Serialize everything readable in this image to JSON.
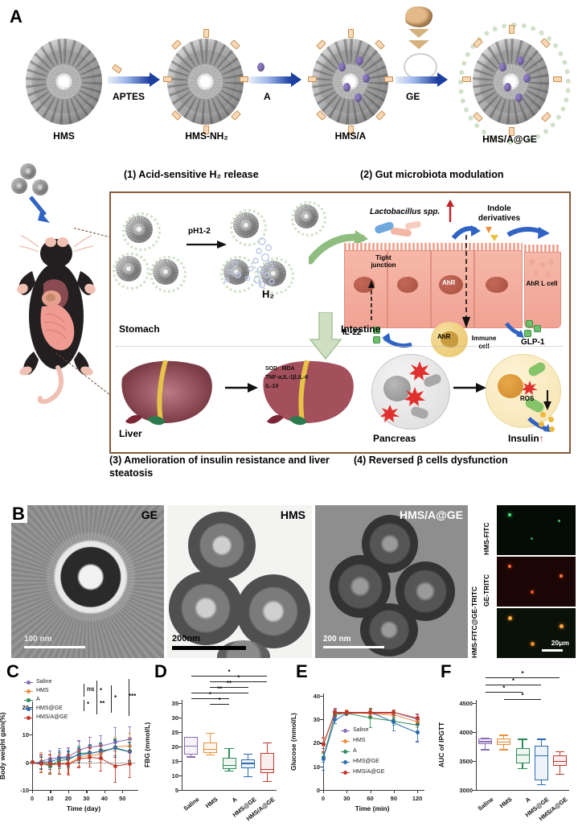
{
  "figure": {
    "panels": [
      "A",
      "B",
      "C",
      "D",
      "E",
      "F"
    ]
  },
  "panelA": {
    "letter": "A",
    "steps": [
      {
        "particle_label": "HMS",
        "arrow_label": ""
      },
      {
        "particle_label": "HMS-NH₂",
        "arrow_label": "APTES"
      },
      {
        "particle_label": "HMS/A",
        "arrow_label": "A"
      },
      {
        "particle_label": "HMS/A@GE",
        "arrow_label": "GE"
      }
    ],
    "reagent_icons": [
      "aptes-linker",
      "drug-a-molecule",
      "ginger-exosome"
    ]
  },
  "mechanism": {
    "section1_title": "(1) Acid-sensitive H₂ release",
    "section2_title": "(2) Gut microbiota modulation",
    "section3_title": "(3) Amelioration of insulin resistance and liver steatosis",
    "section4_title": "(4) Reversed β cells dysfunction",
    "ph_label": "pH1-2",
    "h2_label": "H₂",
    "stomach_label": "Stomach",
    "intestine_label": "Intestine",
    "liver_label": "Liver",
    "pancreas_label": "Pancreas",
    "lactobacillus_label": "Lactobacillus spp.",
    "indole_label": "Indole derivatives",
    "tight_junction_label": "Tight junction",
    "ahr_label": "AhR",
    "ahr_lcell_label": "AhR L cell",
    "il22_label": "IL-22",
    "immune_cell_label": "Immune cell",
    "glp1_label": "GLP-1",
    "liver_markers": [
      {
        "text": "SOD",
        "dir": "up"
      },
      {
        "text": "MDA",
        "dir": "down"
      },
      {
        "text": "TNF-α,IL-1β,IL-6",
        "dir": "down"
      },
      {
        "text": "IL-10",
        "dir": "up"
      }
    ],
    "ros_label": "ROS",
    "insulin_label": "Insulin"
  },
  "panelB": {
    "letter": "B",
    "tem_images": [
      {
        "label": "GE",
        "label_color": "#000000",
        "scalebar": "100  nm",
        "scalebar_color": "#ffffff"
      },
      {
        "label": "HMS",
        "label_color": "#000000",
        "scalebar": "200nm",
        "scalebar_color": "#000000"
      },
      {
        "label": "HMS/A@GE",
        "label_color": "#ffffff",
        "scalebar": "200 nm",
        "scalebar_color": "#ffffff"
      }
    ],
    "fluor_rows": [
      {
        "label": "HMS-FITC",
        "channel": "green"
      },
      {
        "label": "GE-TRITC",
        "channel": "red"
      },
      {
        "label": "HMS-FITC@GE-TRITC",
        "channel": "merge"
      }
    ],
    "fluor_scalebar": "20μm"
  },
  "colors": {
    "saline": "#8B6DB5",
    "hms": "#E8913C",
    "a": "#2E8B57",
    "hms_ge": "#2B6CB0",
    "hms_a_ge": "#C0392B",
    "axis": "#3a3a3a"
  },
  "chart_data": [
    {
      "id": "C",
      "letter": "C",
      "type": "line",
      "title": "",
      "xlabel": "Time (day)",
      "ylabel": "Body weight gain(%)",
      "xlim": [
        0,
        57
      ],
      "ylim": [
        -10,
        22
      ],
      "xticks": [
        0,
        10,
        20,
        30,
        40,
        50
      ],
      "yticks": [
        -10,
        0,
        10,
        20
      ],
      "x": [
        0,
        5,
        10,
        15,
        20,
        26,
        32,
        38,
        46,
        54
      ],
      "legend_position": "top-left",
      "series": [
        {
          "name": "Saline",
          "color": "#8B6DB5",
          "values": [
            0,
            0.4,
            1.3,
            1.9,
            2.2,
            4.5,
            5.7,
            6.1,
            7.4,
            8.4
          ],
          "errors": [
            0,
            2.6,
            3.1,
            3.3,
            3.3,
            3.4,
            3.5,
            3.6,
            5.4,
            4.6
          ]
        },
        {
          "name": "HMS",
          "color": "#E8913C",
          "values": [
            0,
            0.2,
            -0.3,
            -0.4,
            -0.5,
            1.8,
            2.6,
            3.3,
            5.6,
            6.0
          ],
          "errors": [
            0,
            3.6,
            3.4,
            3.6,
            3.3,
            3.0,
            3.1,
            3.2,
            3.6,
            4.8
          ]
        },
        {
          "name": "A",
          "color": "#2E8B57",
          "values": [
            0,
            -0.2,
            -1.3,
            0.7,
            1.1,
            3.3,
            3.5,
            4.3,
            5.2,
            4.0
          ],
          "errors": [
            0,
            2.3,
            2.6,
            2.9,
            2.9,
            2.6,
            3.0,
            2.9,
            3.3,
            3.4
          ]
        },
        {
          "name": "HMS@GE",
          "color": "#2B6CB0",
          "values": [
            0,
            0.1,
            0.2,
            1.5,
            1.6,
            2.8,
            3.4,
            4.1,
            5.3,
            3.9
          ],
          "errors": [
            0,
            2.2,
            2.5,
            2.7,
            2.8,
            2.5,
            2.8,
            2.8,
            2.9,
            3.2
          ]
        },
        {
          "name": "HMS/A@GE",
          "color": "#C0392B",
          "values": [
            0,
            -0.4,
            -0.6,
            -0.5,
            -0.6,
            1.4,
            1.9,
            1.5,
            -1.4,
            -0.5
          ],
          "errors": [
            0,
            3.3,
            3.5,
            3.7,
            3.8,
            3.1,
            3.4,
            4.4,
            5.8,
            4.8
          ]
        }
      ],
      "significance": [
        {
          "label": "ns",
          "type": "bracket"
        },
        {
          "label": "*",
          "type": "bracket"
        },
        {
          "label": "*",
          "type": "bracket"
        },
        {
          "label": "**",
          "type": "bracket"
        },
        {
          "label": "*",
          "type": "bar"
        },
        {
          "label": "***",
          "type": "bar"
        }
      ]
    },
    {
      "id": "D",
      "letter": "D",
      "type": "box",
      "title": "",
      "xlabel": "",
      "ylabel": "FBG (mmol/L)",
      "ylim": [
        5,
        36
      ],
      "yticks": [
        5,
        10,
        15,
        20,
        25,
        30,
        35
      ],
      "categories": [
        "Saline",
        "HMS",
        "A",
        "HMS@GE",
        "HMS/A@GE"
      ],
      "boxes": [
        {
          "name": "Saline",
          "color": "#8B6DB5",
          "min": 16.5,
          "q1": 17.3,
          "median": 20.2,
          "q3": 23.4,
          "max": 23.4
        },
        {
          "name": "HMS",
          "color": "#E8913C",
          "min": 17.2,
          "q1": 17.8,
          "median": 19.2,
          "q3": 21.3,
          "max": 24.6
        },
        {
          "name": "A",
          "color": "#2E8B57",
          "min": 11.6,
          "q1": 12.2,
          "median": 13.6,
          "q3": 16.2,
          "max": 19.4
        },
        {
          "name": "HMS@GE",
          "color": "#2B6CB0",
          "min": 9.8,
          "q1": 12.6,
          "median": 14.3,
          "q3": 15.4,
          "max": 17.4
        },
        {
          "name": "HMS/A@GE",
          "color": "#C0392B",
          "min": 8.0,
          "q1": 10.8,
          "median": 12.3,
          "q3": 17.6,
          "max": 21.4
        }
      ],
      "significance": [
        {
          "from": 0,
          "to": 4,
          "label": "*"
        },
        {
          "from": 1,
          "to": 4,
          "label": "*"
        },
        {
          "from": 1,
          "to": 3,
          "label": "**"
        },
        {
          "from": 0,
          "to": 3,
          "label": "**"
        },
        {
          "from": 0,
          "to": 2,
          "label": "*"
        },
        {
          "from": 1,
          "to": 2,
          "label": "*"
        }
      ]
    },
    {
      "id": "E",
      "letter": "E",
      "type": "line",
      "title": "",
      "xlabel": "Time (min)",
      "ylabel": "Glucose (mmol/L)",
      "xlim": [
        0,
        125
      ],
      "ylim": [
        0,
        41
      ],
      "xticks": [
        0,
        30,
        60,
        90,
        120
      ],
      "yticks": [
        0,
        10,
        20,
        30,
        40
      ],
      "x": [
        0,
        15,
        30,
        60,
        90,
        120
      ],
      "legend_position": "center-left",
      "series": [
        {
          "name": "Saline",
          "color": "#8B6DB5",
          "values": [
            19.5,
            33.2,
            33.0,
            33.0,
            33.0,
            30.0
          ],
          "errors": [
            3.2,
            1.5,
            0.9,
            1.6,
            1.1,
            2.0
          ]
        },
        {
          "name": "HMS",
          "color": "#E8913C",
          "values": [
            19.2,
            33.0,
            33.0,
            32.5,
            32.0,
            29.0
          ],
          "errors": [
            3.3,
            1.4,
            1.0,
            1.8,
            1.3,
            2.2
          ]
        },
        {
          "name": "A",
          "color": "#2E8B57",
          "values": [
            13.8,
            32.0,
            32.8,
            30.8,
            29.5,
            27.8
          ],
          "errors": [
            1.8,
            1.6,
            1.0,
            4.0,
            1.7,
            2.6
          ]
        },
        {
          "name": "HMS@GE",
          "color": "#2B6CB0",
          "values": [
            13.2,
            29.8,
            33.0,
            33.0,
            28.8,
            24.5
          ],
          "errors": [
            4.6,
            1.4,
            0.9,
            1.5,
            3.6,
            3.8
          ]
        },
        {
          "name": "HMS/A@GE",
          "color": "#C0392B",
          "values": [
            19.3,
            33.0,
            33.0,
            33.0,
            33.0,
            30.5
          ],
          "errors": [
            3.0,
            1.5,
            0.9,
            1.5,
            1.2,
            2.1
          ]
        }
      ]
    },
    {
      "id": "F",
      "letter": "F",
      "type": "box",
      "title": "",
      "xlabel": "",
      "ylabel": "AUC of IPGTT",
      "ylim": [
        3000,
        4550
      ],
      "yticks": [
        3000,
        3500,
        4000,
        4500
      ],
      "categories": [
        "Saline",
        "HMS",
        "A",
        "HMS@GE",
        "HMS/A@GE"
      ],
      "boxes": [
        {
          "name": "Saline",
          "color": "#8B6DB5",
          "min": 3700,
          "q1": 3790,
          "median": 3840,
          "q3": 3890,
          "max": 3900
        },
        {
          "name": "HMS",
          "color": "#E8913C",
          "min": 3700,
          "q1": 3780,
          "median": 3830,
          "q3": 3880,
          "max": 3950
        },
        {
          "name": "A",
          "color": "#2E8B57",
          "min": 3370,
          "q1": 3450,
          "median": 3610,
          "q3": 3720,
          "max": 3880
        },
        {
          "name": "HMS@GE",
          "color": "#2B6CB0",
          "min": 3100,
          "q1": 3160,
          "median": 3600,
          "q3": 3765,
          "max": 3880
        },
        {
          "name": "HMS/A@GE",
          "color": "#C0392B",
          "min": 3280,
          "q1": 3420,
          "median": 3500,
          "q3": 3600,
          "max": 3660
        }
      ],
      "significance": [
        {
          "from": 0,
          "to": 4,
          "label": "*"
        },
        {
          "from": 0,
          "to": 3,
          "label": "*"
        },
        {
          "from": 0,
          "to": 2,
          "label": "*"
        },
        {
          "from": 1,
          "to": 3,
          "label": "*"
        }
      ]
    }
  ]
}
